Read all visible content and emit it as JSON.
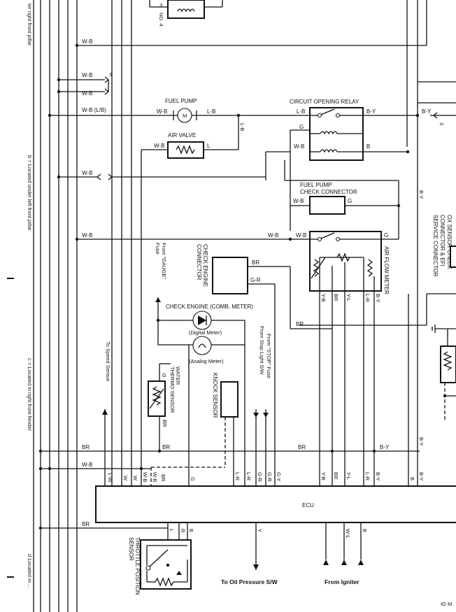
{
  "margin_notes": {
    "note_top": "ter right front pillar",
    "note_b": "b = Located under left front pillar",
    "note_c": "c = Located in right front fender",
    "note_d": "d Located in ..."
  },
  "components": {
    "fuel_pump": "FUEL PUMP",
    "air_valve": "AIR VALVE",
    "circuit_opening_relay": "CIRCUIT OPENING RELAY",
    "fuel_pump_check_connector_1": "FUEL PUMP",
    "fuel_pump_check_connector_2": "CHECK CONNECTOR",
    "air_flow_meter": "AIR FLOW METER",
    "ox_sensor_1": "OX SENSOR CHECK",
    "ox_sensor_2": "CONNECTOR & EFI",
    "ox_sensor_3": "SERVICE CONNECTOR",
    "check_engine_connector_1": "CHECK ENGINE",
    "check_engine_connector_2": "CONNECTOR",
    "check_engine_lamp": "CHECK ENGINE (COMB. METER)",
    "digital_meter": "(Digital Meter)",
    "analog_meter": "(Analog Meter)",
    "water_thermo_1": "WATER",
    "water_thermo_2": "THERMO SENSOR",
    "knock_sensor": "KNOCK SENSOR",
    "ecu": "ECU",
    "throttle_1": "THROTTLE POSITION",
    "throttle_2": "SENSOR",
    "no4": "NO. 4",
    "ig": "IG M"
  },
  "notes": {
    "from_gauge_1": "From \"GAUGE\"",
    "from_gauge_2": "Fuse",
    "from_stop_1": "From \"STOP\" Fuse",
    "from_stop_2": "From Stop Light S/W",
    "to_speed_sensor": "To Speed Sensor",
    "to_oil_pressure": "To Oil Pressure S/W",
    "from_igniter": "From Igniter"
  },
  "wire_labels": {
    "wb": "W-B",
    "wb_lb": "W-B (L/B)",
    "lb": "L-B",
    "l": "L",
    "g": "G",
    "b": "B",
    "by": "B-Y",
    "br": "BR",
    "gr": "G-R",
    "yb": "Y-B",
    "yl": "Y-L",
    "lr": "L-R",
    "lw": "L-W",
    "w": "W",
    "gy": "G-Y",
    "r": "R",
    "y": "Y",
    "wl": "W-L",
    "m": "M",
    "pin3": "3",
    "pin3b": "3"
  }
}
